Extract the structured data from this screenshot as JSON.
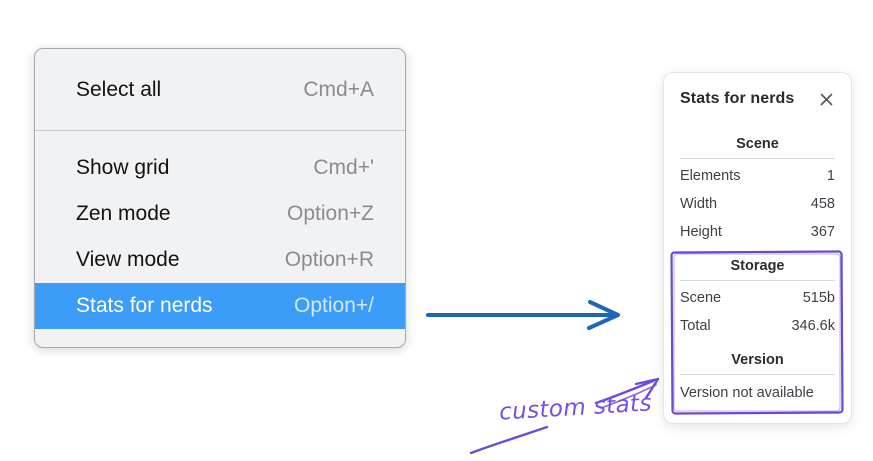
{
  "colors": {
    "menu_highlight": "#3b9df8",
    "menu_background": "#f1f2f3",
    "flow_arrow_blue": "#1e66b8",
    "annotation_purple": "#6e4bd8"
  },
  "menu": {
    "items": [
      {
        "label": "Select all",
        "shortcut": "Cmd+A"
      },
      {
        "label": "Show grid",
        "shortcut": "Cmd+'"
      },
      {
        "label": "Zen mode",
        "shortcut": "Option+Z"
      },
      {
        "label": "View mode",
        "shortcut": "Option+R"
      },
      {
        "label": "Stats for nerds",
        "shortcut": "Option+/",
        "highlighted": true
      }
    ]
  },
  "panel": {
    "title": "Stats for nerds",
    "sections": [
      {
        "title": "Scene",
        "rows": [
          {
            "label": "Elements",
            "value": "1"
          },
          {
            "label": "Width",
            "value": "458"
          },
          {
            "label": "Height",
            "value": "367"
          }
        ]
      },
      {
        "title": "Storage",
        "rows": [
          {
            "label": "Scene",
            "value": "515b"
          },
          {
            "label": "Total",
            "value": "346.6k"
          }
        ]
      },
      {
        "title": "Version",
        "note": "Version not available"
      }
    ]
  },
  "annotation": {
    "label": "custom stats"
  }
}
